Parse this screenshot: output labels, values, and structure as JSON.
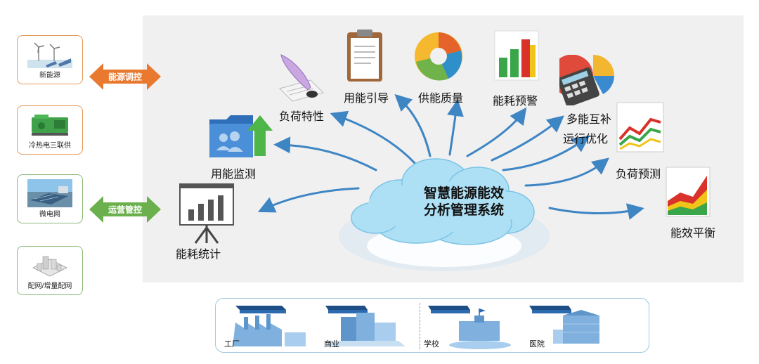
{
  "left_panel": {
    "cards": [
      {
        "label": "新能源"
      },
      {
        "label": "冷热电三联供"
      },
      {
        "label": "微电网"
      },
      {
        "label": "配网/增量配网"
      }
    ],
    "arrows": [
      {
        "label": "能源调控",
        "color": "#e8792f"
      },
      {
        "label": "运营管控",
        "color": "#6ab04c"
      }
    ]
  },
  "center": {
    "title_line1": "智慧能源能效",
    "title_line2": "分析管理系统",
    "cloud_color": "#aee0f5"
  },
  "functions": [
    {
      "label": "负荷特性",
      "icon": "quill-icon"
    },
    {
      "label": "用能引导",
      "icon": "clipboard-icon"
    },
    {
      "label": "供能质量",
      "icon": "donut-chart-icon"
    },
    {
      "label": "能耗预警",
      "icon": "bar-chart-icon"
    },
    {
      "label": "多能互补",
      "icon": "calculator-icon"
    },
    {
      "label": "运行优化",
      "icon": "line-chart-icon"
    },
    {
      "label": "负荷预测",
      "icon": "line-chart-icon"
    },
    {
      "label": "能效平衡",
      "icon": "area-chart-icon"
    },
    {
      "label": "用能监测",
      "icon": "folder-icon"
    },
    {
      "label": "能耗统计",
      "icon": "presentation-board-icon"
    }
  ],
  "bottom_panel": {
    "sites": [
      {
        "label": "工厂"
      },
      {
        "label": "商业"
      },
      {
        "label": "学校"
      },
      {
        "label": "医院"
      }
    ]
  },
  "colors": {
    "ray": "#3e85c4",
    "panel_bg": "#f0f0f0",
    "card_border_orange": "#e59a5c",
    "card_border_green": "#8cbb78"
  }
}
